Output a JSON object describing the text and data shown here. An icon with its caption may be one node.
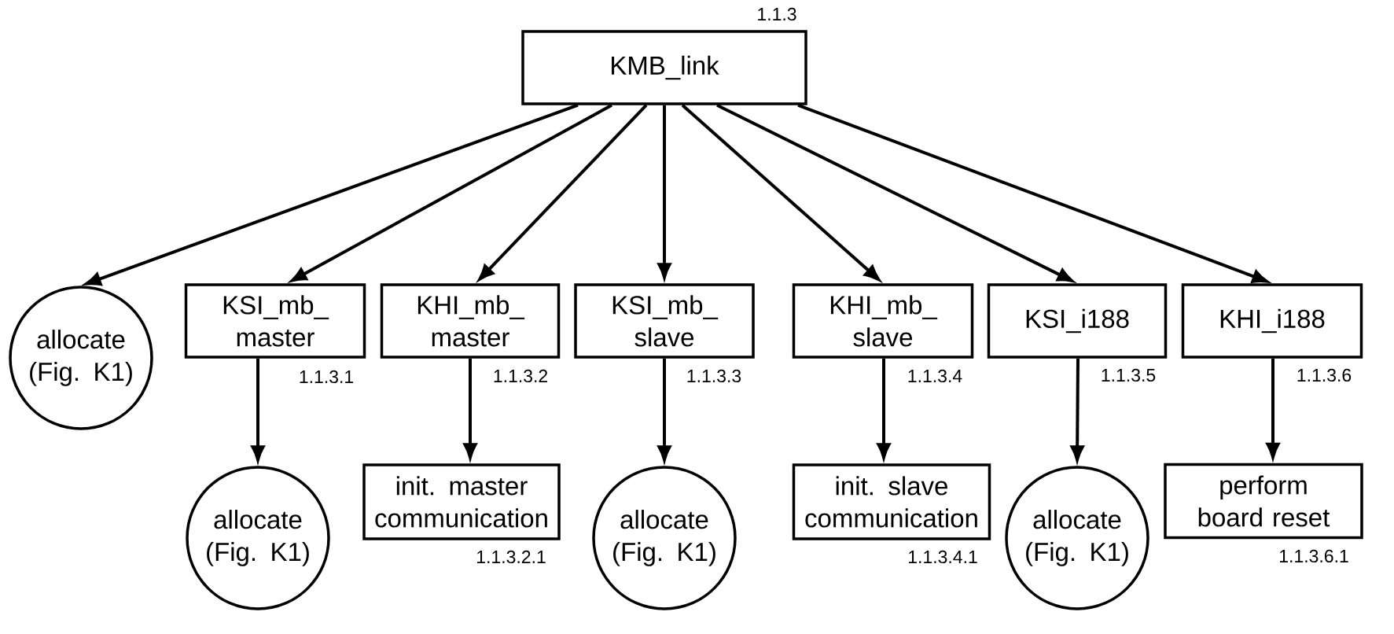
{
  "diagram": {
    "nodes": [
      {
        "text": [
          "KMB_link"
        ],
        "beside": [
          "1.1.3"
        ]
      },
      {
        "text": [
          "allocate (Fig. K1)"
        ]
      },
      {
        "text": [
          "KSI_mb_ master"
        ],
        "beside": [
          "1.1.3.1"
        ]
      },
      {
        "text": [
          "KHI_mb_ master"
        ],
        "beside": [
          "1.1.3.2"
        ]
      },
      {
        "text": [
          "KSI_mb_ slave"
        ],
        "beside": [
          "1.1.3.3"
        ]
      },
      {
        "text": [
          "KHI_mb_ slave"
        ],
        "beside": [
          "1.1.3.4"
        ]
      },
      {
        "text": [
          "KSI_i188"
        ],
        "beside": [
          "1.1.3.5"
        ]
      },
      {
        "text": [
          "KHI_i188"
        ],
        "beside": [
          "1.1.3.6"
        ]
      },
      {
        "text": [
          "allocate (Fig. K1)"
        ]
      },
      {
        "text": [
          "init. master communication"
        ],
        "beside": [
          "1.1.3.2.1"
        ]
      },
      {
        "text": [
          "allocate (Fig. K1)"
        ]
      },
      {
        "text": [
          "init. slave communication"
        ],
        "beside": [
          "1.1.3.4.1"
        ]
      },
      {
        "text": [
          "allocate (Fig. K1)"
        ]
      },
      {
        "text": [
          "perform board reset"
        ],
        "beside": [
          "1.1.3.6.1"
        ]
      }
    ],
    "edges": [
      {
        "from": 0,
        "to": 1,
        "arrow": "to"
      },
      {
        "from": 0,
        "to": 2,
        "arrow": "to"
      },
      {
        "from": 0,
        "to": 3,
        "arrow": "to"
      },
      {
        "from": 0,
        "to": 4,
        "arrow": "to"
      },
      {
        "from": 0,
        "to": 5,
        "arrow": "to"
      },
      {
        "from": 0,
        "to": 6,
        "arrow": "to"
      },
      {
        "from": 0,
        "to": 7,
        "arrow": "to"
      },
      {
        "from": 2,
        "to": 8,
        "arrow": "to"
      },
      {
        "from": 3,
        "to": 9,
        "arrow": "to"
      },
      {
        "from": 4,
        "to": 10,
        "arrow": "to"
      },
      {
        "from": 5,
        "to": 11,
        "arrow": "to"
      },
      {
        "from": 6,
        "to": 12,
        "arrow": "to"
      },
      {
        "from": 7,
        "to": 13,
        "arrow": "to"
      }
    ]
  }
}
